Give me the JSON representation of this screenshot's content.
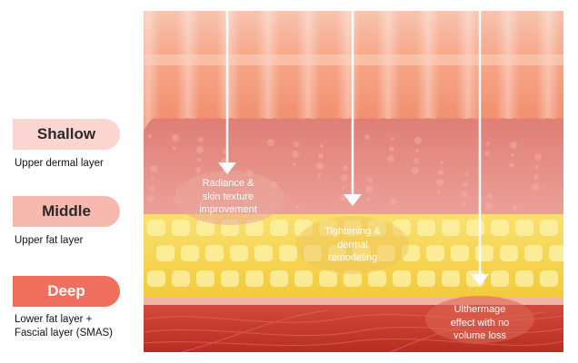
{
  "layers": [
    {
      "label": "Shallow",
      "description": "Upper dermal layer",
      "pill_color": "#fbd6d1",
      "text_color": "#2a2a2a"
    },
    {
      "label": "Middle",
      "description": "Upper fat layer",
      "pill_color": "#f7b8ae",
      "text_color": "#2a2a2a"
    },
    {
      "label": "Deep",
      "description_lines": [
        "Lower fat layer +",
        "Fascial layer (SMAS)"
      ],
      "pill_color": "#ef6f5c",
      "text_color": "#ffffff"
    }
  ],
  "annotations": [
    {
      "lines": [
        "Radiance &",
        "skin texture",
        "improvement"
      ]
    },
    {
      "lines": [
        "Tightening &",
        "dermal",
        "remodeling"
      ]
    },
    {
      "lines": [
        "Ulthermage",
        "effect with no",
        "volume loss"
      ]
    }
  ],
  "colors": {
    "epidermis": "#f5a889",
    "dermis": "#e88e83",
    "fat": "#f6d64a",
    "muscle": "#c9372a",
    "arrow": "#ffffff"
  }
}
